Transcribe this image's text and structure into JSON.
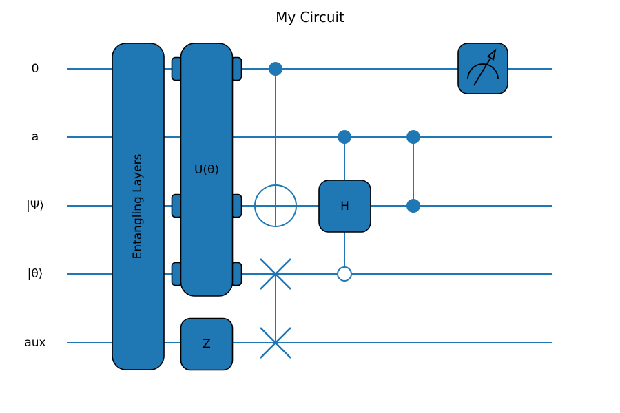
{
  "title": "My Circuit",
  "colors": {
    "primary": "#1f77b4",
    "border": "#000000",
    "background": "#ffffff",
    "text": "#000000"
  },
  "wires": {
    "labels": [
      "0",
      "a",
      "|Ψ⟩",
      "|θ⟩",
      "aux"
    ]
  },
  "gates": {
    "entangling_layers": {
      "label": "Entangling Layers",
      "type": "box",
      "wires": [
        "0",
        "a",
        "|Ψ⟩",
        "|θ⟩",
        "aux"
      ]
    },
    "u_theta": {
      "label": "U(θ)",
      "type": "box",
      "wires": [
        "0",
        "|Ψ⟩",
        "|θ⟩"
      ]
    },
    "z": {
      "label": "Z",
      "type": "box",
      "wires": [
        "aux"
      ]
    },
    "cnot": {
      "type": "CNOT",
      "control_wire": "0",
      "target_wire": "|Ψ⟩"
    },
    "swap": {
      "type": "SWAP",
      "wires": [
        "|θ⟩",
        "aux"
      ]
    },
    "controlled_h": {
      "label": "H",
      "type": "controlled-box",
      "target_wire": "|Ψ⟩",
      "control_wire": "a",
      "open_control_wire": "|θ⟩"
    },
    "cz": {
      "type": "CZ",
      "wires": [
        "a",
        "|Ψ⟩"
      ]
    },
    "measurement": {
      "type": "measure",
      "wire": "0"
    }
  }
}
